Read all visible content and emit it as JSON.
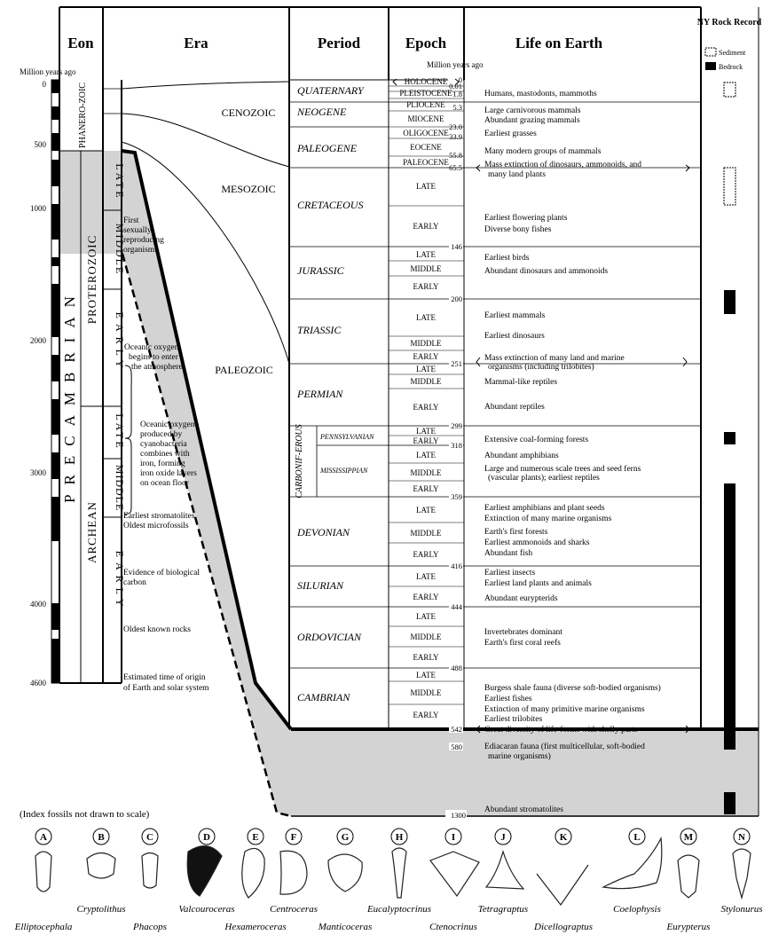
{
  "headers": {
    "eon": "Eon",
    "era": "Era",
    "period": "Period",
    "epoch": "Epoch",
    "life": "Life on Earth",
    "ny_record": "NY Rock Record",
    "sediment": "Sediment",
    "bedrock": "Bedrock",
    "million_years_ago": "Million years ago"
  },
  "left_scale": [
    "0",
    "500",
    "1000",
    "2000",
    "3000",
    "4000",
    "4600"
  ],
  "eons": {
    "phanerozoic": "PHANERO-ZOIC",
    "precambrian": "PRECAMBRIAN",
    "proterozoic": "PROTEROZOIC",
    "archean": "ARCHEAN"
  },
  "precambrian_eras": [
    "LATE",
    "MIDDLE",
    "EARLY",
    "LATE",
    "MIDDLE",
    "EARLY"
  ],
  "precambrian_events": [
    "First sexually reproducing organisms",
    "Oceanic oxygen begins to enter the atmosphere",
    "Oceanic oxygen produced by cyanobacteria combines with iron, forming iron oxide layers on ocean floor",
    "Earliest stromatolites",
    "Oldest microfossils",
    "Evidence of biological carbon",
    "Oldest known rocks",
    "Estimated time of origin of Earth and solar system"
  ],
  "eras": [
    "CENOZOIC",
    "MESOZOIC",
    "PALEOZOIC"
  ],
  "periods": [
    "QUATERNARY",
    "NEOGENE",
    "PALEOGENE",
    "CRETACEOUS",
    "JURASSIC",
    "TRIASSIC",
    "PERMIAN",
    "CARBONIF-EROUS",
    "PENNSYLVANIAN",
    "MISSISSIPPIAN",
    "DEVONIAN",
    "SILURIAN",
    "ORDOVICIAN",
    "CAMBRIAN"
  ],
  "epochs": [
    "HOLOCENE",
    "PLEISTOCENE",
    "PLIOCENE",
    "MIOCENE",
    "OLIGOCENE",
    "EOCENE",
    "PALEOCENE",
    "LATE",
    "EARLY",
    "LATE",
    "MIDDLE",
    "EARLY",
    "LATE",
    "MIDDLE",
    "EARLY",
    "LATE",
    "MIDDLE",
    "EARLY",
    "LATE",
    "EARLY",
    "LATE",
    "MIDDLE",
    "EARLY",
    "LATE",
    "MIDDLE",
    "EARLY",
    "LATE",
    "EARLY",
    "LATE",
    "MIDDLE",
    "EARLY",
    "LATE",
    "MIDDLE",
    "EARLY"
  ],
  "boundaries": [
    "0",
    "0.01",
    "1.8",
    "5.3",
    "23.0",
    "33.9",
    "55.8",
    "65.5",
    "146",
    "200",
    "251",
    "299",
    "318",
    "359",
    "416",
    "444",
    "488",
    "542",
    "580",
    "1300"
  ],
  "life_events": [
    "Humans, mastodonts, mammoths",
    "Large carnivorous mammals",
    "Abundant grazing mammals",
    "Earliest grasses",
    "Many modern groups of mammals",
    "Mass extinction of dinosaurs, ammonoids, and many land plants",
    "Earliest flowering plants",
    "Diverse bony fishes",
    "Earliest birds",
    "Abundant dinosaurs and ammonoids",
    "Earliest mammals",
    "Earliest dinosaurs",
    "Mass extinction of many land and marine organisms (including trilobites)",
    "Mammal-like reptiles",
    "Abundant reptiles",
    "Extensive coal-forming forests",
    "Abundant amphibians",
    "Large and numerous scale trees and seed ferns (vascular plants); earliest reptiles",
    "Earliest amphibians and plant seeds",
    "Extinction of many marine organisms",
    "Earth's first forests",
    "Earliest ammonoids and sharks",
    "Abundant fish",
    "Earliest insects",
    "Earliest land plants and animals",
    "Abundant eurypterids",
    "Invertebrates dominant",
    "Earth's first coral reefs",
    "Burgess shale fauna (diverse soft-bodied organisms)",
    "Earliest fishes",
    "Extinction of many primitive marine organisms",
    "Earliest trilobites",
    "Great diversity of life-forms with shelly parts",
    "Ediacaran fauna (first multicellular, soft-bodied marine organisms)",
    "Abundant stromatolites"
  ],
  "fossils_note": "(Index fossils not drawn to scale)",
  "fossils": [
    {
      "letter": "A",
      "name": "Elliptocephala"
    },
    {
      "letter": "B",
      "name": "Cryptolithus"
    },
    {
      "letter": "C",
      "name": "Phacops"
    },
    {
      "letter": "D",
      "name": "Valcouroceras"
    },
    {
      "letter": "E",
      "name": "Hexameroceras"
    },
    {
      "letter": "F",
      "name": "Centroceras"
    },
    {
      "letter": "G",
      "name": "Manticoceras"
    },
    {
      "letter": "H",
      "name": "Eucalyptocrinus"
    },
    {
      "letter": "I",
      "name": "Ctenocrinus"
    },
    {
      "letter": "J",
      "name": "Tetragraptus"
    },
    {
      "letter": "K",
      "name": "Dicellograptus"
    },
    {
      "letter": "L",
      "name": "Coelophysis"
    },
    {
      "letter": "M",
      "name": "Eurypterus"
    },
    {
      "letter": "N",
      "name": "Stylonurus"
    }
  ]
}
